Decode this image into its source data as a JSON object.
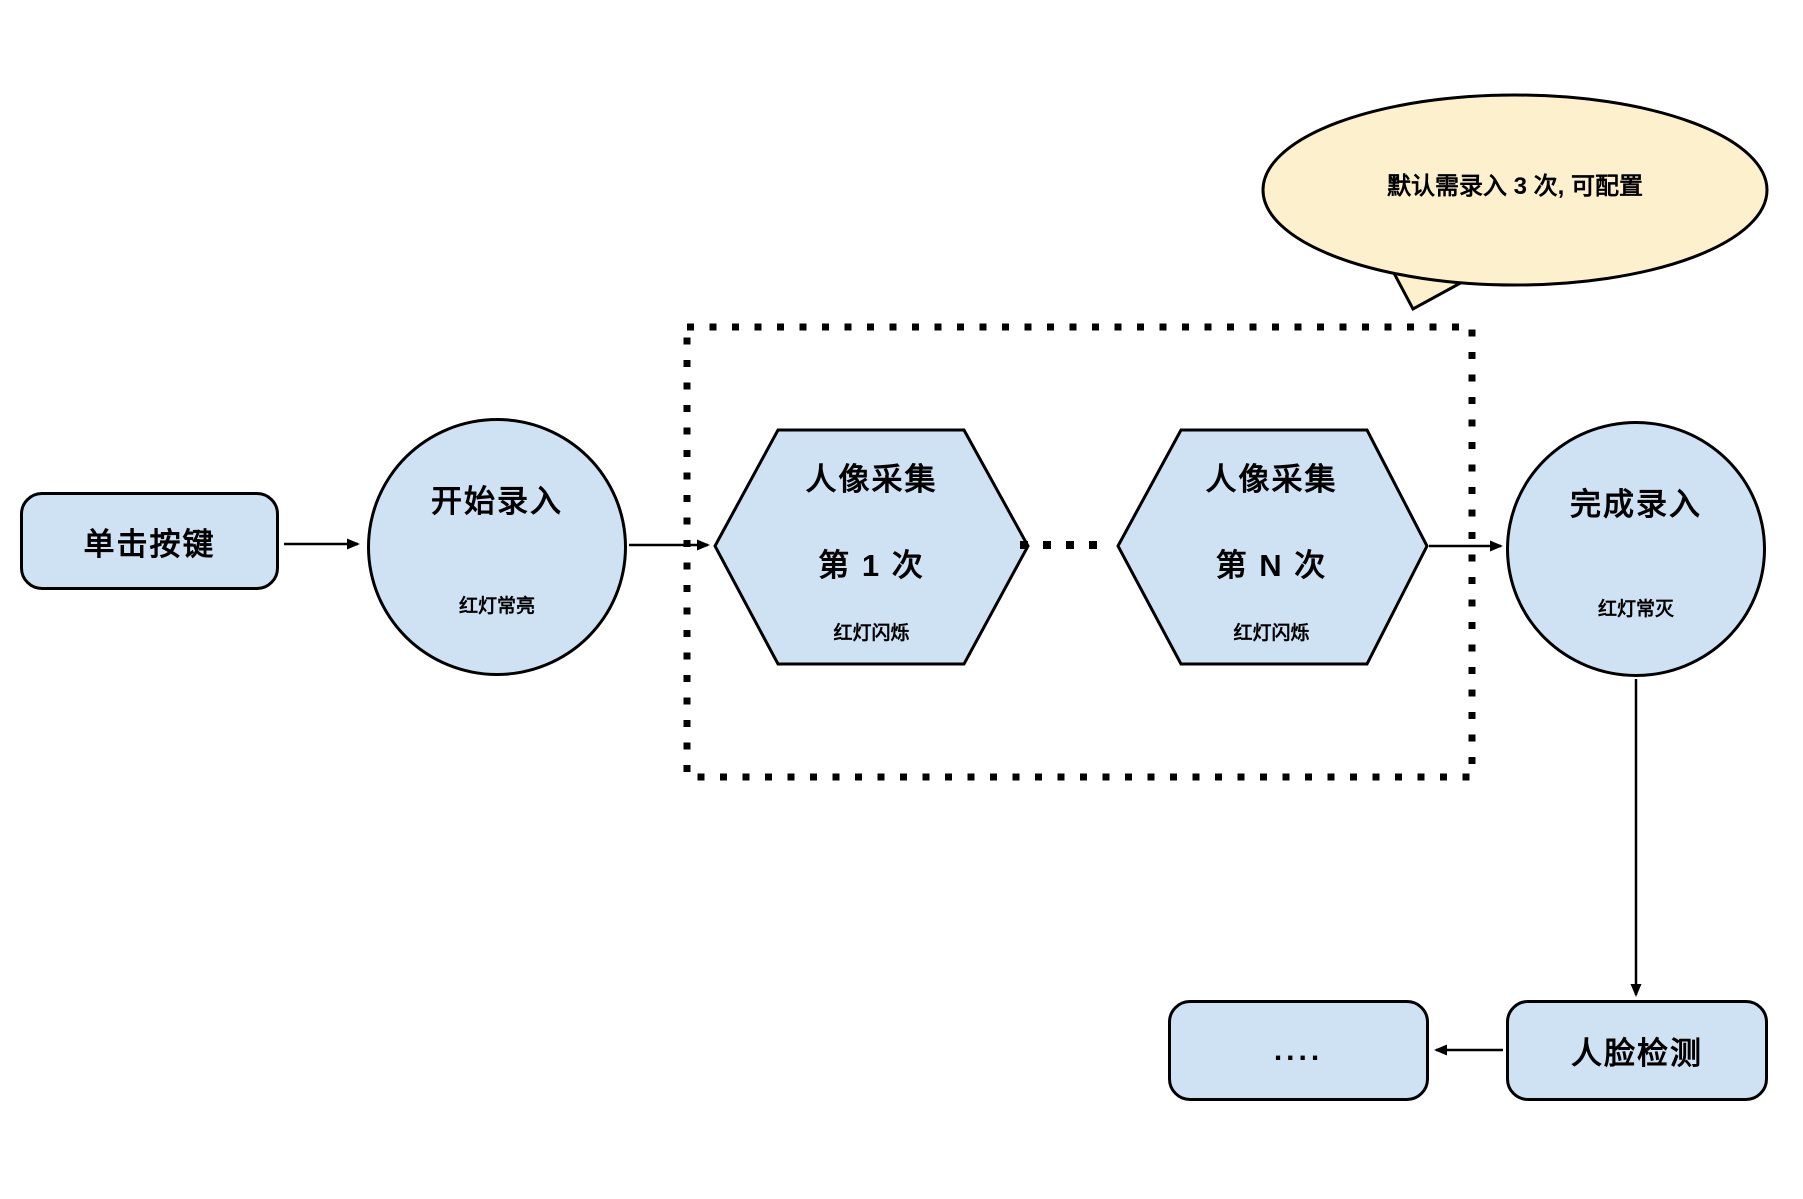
{
  "diagram": {
    "title": "face-enrollment-flow",
    "callout": {
      "text": "默认需录入 3 次, 可配置"
    },
    "nodes": {
      "click": {
        "label": "单击按键"
      },
      "start": {
        "label": "开始录入",
        "status": "红灯常亮"
      },
      "capture1": {
        "title": "人像采集",
        "count": "第 1 次",
        "status": "红灯闪烁"
      },
      "captureN": {
        "title": "人像采集",
        "count": "第 N 次",
        "status": "红灯闪烁"
      },
      "finish": {
        "label": "完成录入",
        "status": "红灯常灭"
      },
      "more": {
        "label": "...."
      },
      "face": {
        "label": "人脸检测"
      }
    },
    "colors": {
      "node_fill": "#cfe2f3",
      "callout_fill": "#fdf1cd",
      "stroke": "#000000"
    }
  }
}
